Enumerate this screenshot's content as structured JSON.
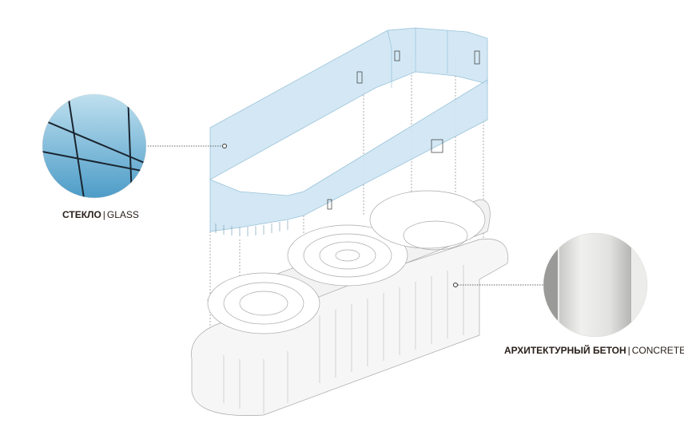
{
  "title": "Exploded axonometric of building materials",
  "callouts": [
    {
      "ru": "СТЕКЛО",
      "separator": "|",
      "en": "GLASS"
    },
    {
      "ru": "АРХИТЕКТУРНЫЙ БЕТОН",
      "separator": "|",
      "en": "CONCRETE"
    }
  ],
  "colors": {
    "glass": "#cfe6f3",
    "glass_edge": "#8fbcd6",
    "concrete": "#f4f4f4",
    "line": "#a8a8a8",
    "text": "#2a211c"
  }
}
